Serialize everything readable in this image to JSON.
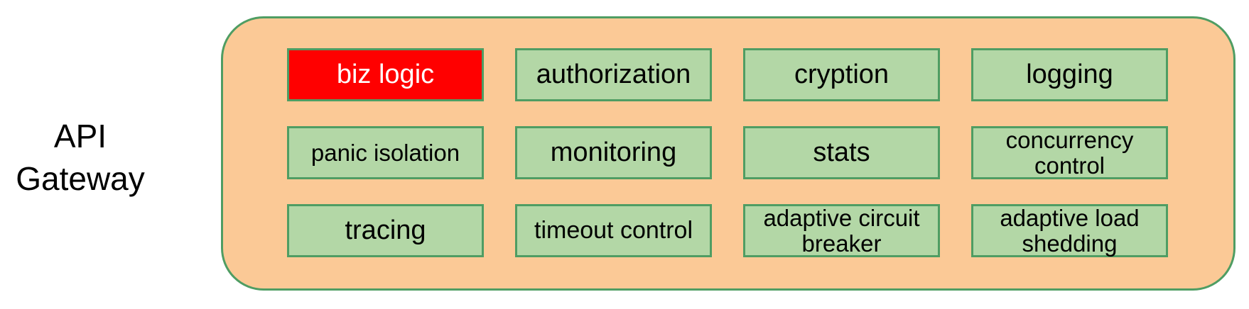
{
  "colors": {
    "page_background": "#FFFFFF",
    "container_fill": "#FBC996",
    "border_green": "#4F9D63",
    "box_fill": "#B3D7A6",
    "highlight_fill": "#FF0000",
    "text": "#000000",
    "highlight_text": "#FFFFFF"
  },
  "gateway_label": {
    "line1": "API",
    "line2": "Gateway"
  },
  "boxes": [
    {
      "label": "biz logic",
      "variant": "highlight",
      "size": "default"
    },
    {
      "label": "authorization",
      "variant": "normal",
      "size": "default"
    },
    {
      "label": "cryption",
      "variant": "normal",
      "size": "default"
    },
    {
      "label": "logging",
      "variant": "normal",
      "size": "default"
    },
    {
      "label": "panic isolation",
      "variant": "normal",
      "size": "small"
    },
    {
      "label": "monitoring",
      "variant": "normal",
      "size": "default"
    },
    {
      "label": "stats",
      "variant": "normal",
      "size": "default"
    },
    {
      "label": "concurrency control",
      "variant": "normal",
      "size": "small"
    },
    {
      "label": "tracing",
      "variant": "normal",
      "size": "default"
    },
    {
      "label": "timeout control",
      "variant": "normal",
      "size": "medium"
    },
    {
      "label": "adaptive circuit breaker",
      "variant": "normal",
      "size": "small"
    },
    {
      "label": "adaptive load shedding",
      "variant": "normal",
      "size": "small"
    }
  ]
}
